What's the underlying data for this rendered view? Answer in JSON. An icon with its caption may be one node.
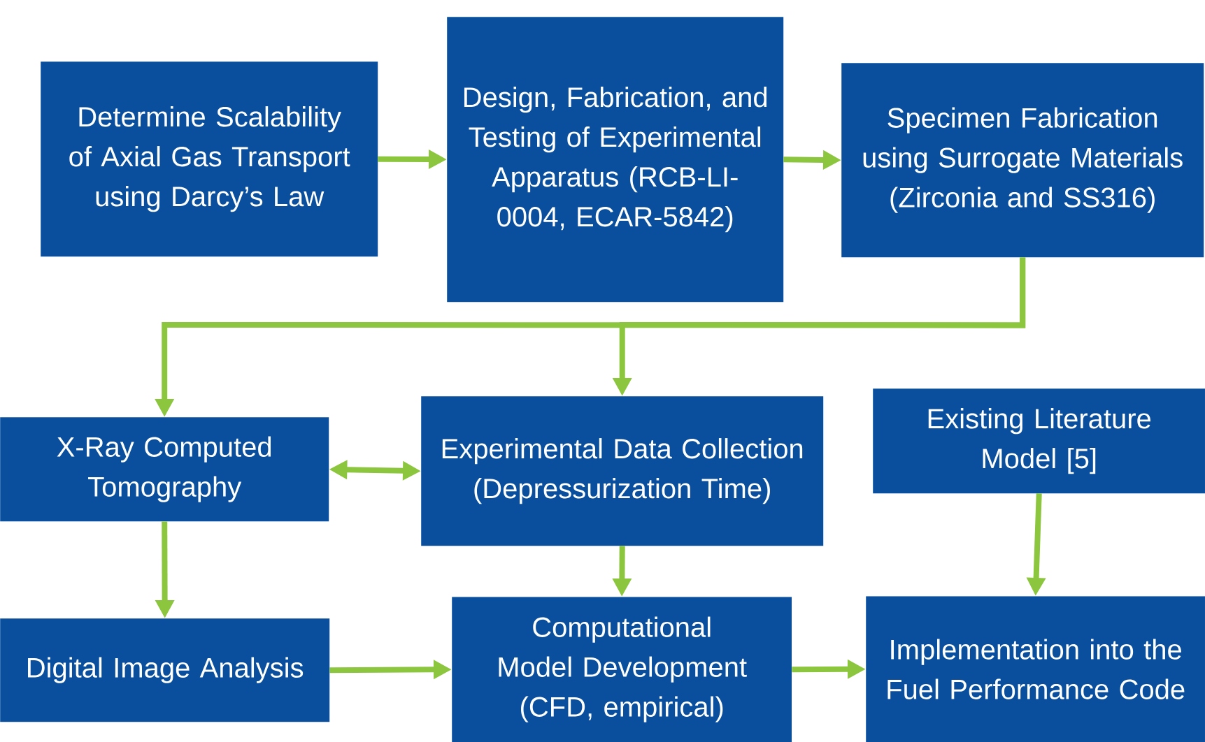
{
  "diagram": {
    "nodes": [
      {
        "text": [
          "Determine Scalability of Axial Gas Transport using Darcy’s Law"
        ]
      },
      {
        "text": [
          "Design, Fabrication, and Testing of Experimental Apparatus (RCB-LI-0004, ECAR-5842)"
        ]
      },
      {
        "text": [
          "Specimen Fabrication using Surrogate Materials (Zirconia and SS316)"
        ]
      },
      {
        "text": [
          "X-Ray Computed Tomography"
        ]
      },
      {
        "text": [
          "Experimental Data Collection (Depressurization Time)"
        ]
      },
      {
        "text": [
          "Existing Literature Model [5]"
        ]
      },
      {
        "text": [
          "Digital Image Analysis"
        ]
      },
      {
        "text": [
          "Computational Model Development (CFD, empirical)"
        ]
      },
      {
        "text": [
          "Implementation into the Fuel Performance Code"
        ]
      }
    ],
    "edges": [
      {
        "from": 0,
        "to": 1,
        "arrow": "to"
      },
      {
        "from": 1,
        "to": 2,
        "arrow": "to"
      },
      {
        "from": 2,
        "to": 3,
        "arrow": "to"
      },
      {
        "from": 2,
        "to": 4,
        "arrow": "to"
      },
      {
        "from": 3,
        "to": 4,
        "arrow": "both"
      },
      {
        "from": 3,
        "to": 6,
        "arrow": "to"
      },
      {
        "from": 4,
        "to": 7,
        "arrow": "to"
      },
      {
        "from": 6,
        "to": 7,
        "arrow": "to"
      },
      {
        "from": 7,
        "to": 8,
        "arrow": "to"
      },
      {
        "from": 5,
        "to": 8,
        "arrow": "to"
      }
    ]
  }
}
